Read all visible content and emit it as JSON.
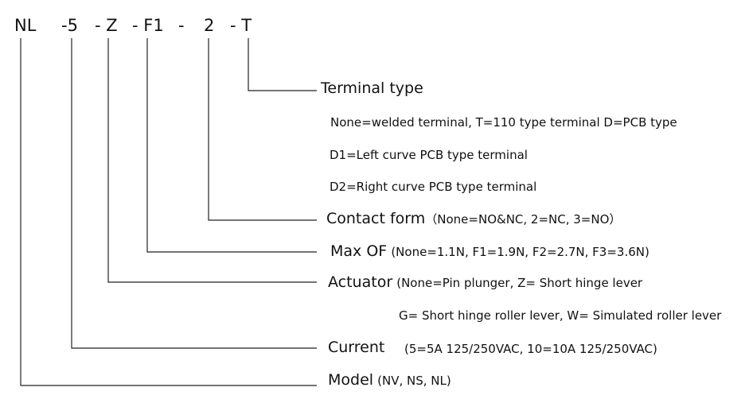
{
  "code_segments": [
    "NL",
    "-5",
    "- Z",
    "- F1",
    "-",
    "2",
    "- T"
  ],
  "terminal": {
    "title": "Terminal type",
    "lines": [
      "None=welded terminal, T=110 type terminal D=PCB type",
      "D1=Left curve PCB type terminal",
      "D2=Right curve PCB type terminal"
    ]
  },
  "contact": {
    "title": "Contact form",
    "desc": "（None=NO&NC, 2=NC, 3=NO）"
  },
  "max_of": {
    "title": "Max OF",
    "desc": "(None=1.1N, F1=1.9N, F2=2.7N, F3=3.6N)"
  },
  "actuator": {
    "title": "Actuator",
    "desc": "(None=Pin plunger, Z= Short hinge lever",
    "desc2": "G= Short hinge roller lever, W= Simulated roller lever"
  },
  "current": {
    "title": "Current",
    "desc": "(5=5A 125/250VAC, 10=10A 125/250VAC)"
  },
  "model": {
    "title": "Model",
    "desc": "(NV, NS, NL)"
  },
  "line_color": "#222222"
}
